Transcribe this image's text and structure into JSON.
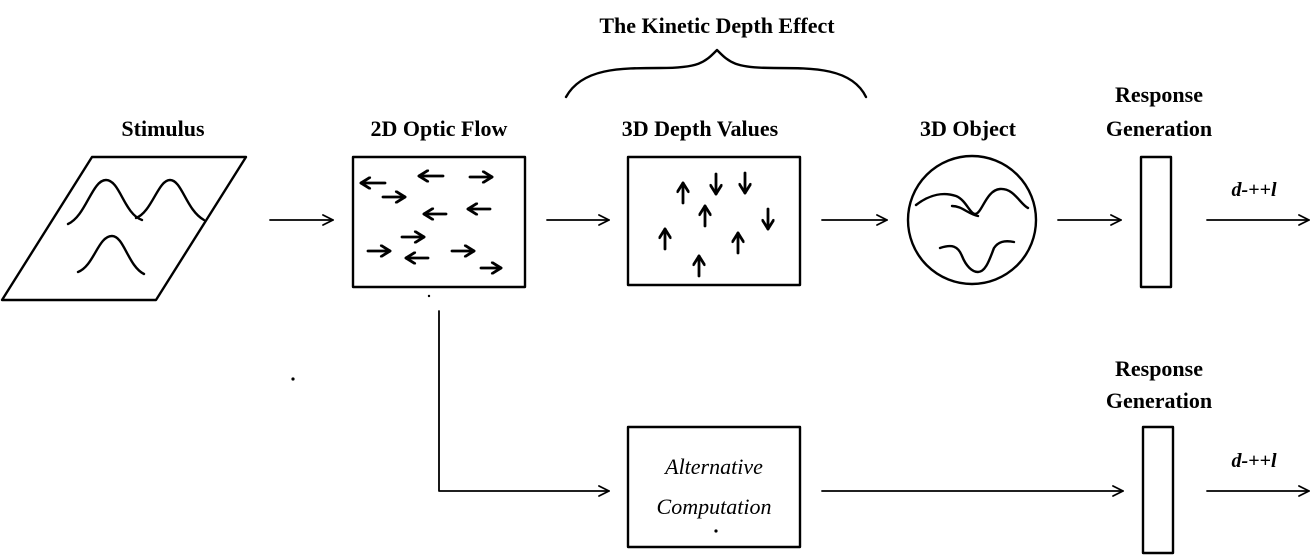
{
  "title": "The Kinetic Depth Effect",
  "stages": {
    "stimulus": "Stimulus",
    "optic_flow": "2D Optic Flow",
    "depth_values": "3D Depth Values",
    "object": "3D Object",
    "response_top_line1": "Response",
    "response_top_line2": "Generation",
    "response_bottom_line1": "Response",
    "response_bottom_line2": "Generation"
  },
  "alternative": {
    "line1": "Alternative",
    "line2": "Computation"
  },
  "outputs": {
    "top": "d-++l",
    "bottom": "d-++l"
  }
}
